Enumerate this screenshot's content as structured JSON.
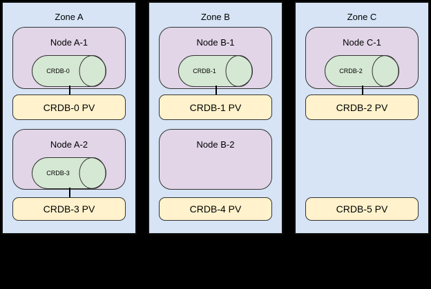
{
  "diagram": {
    "background": "#000000",
    "colors": {
      "zone_fill": "#d6e4f5",
      "node_fill": "#e1d5e7",
      "db_fill": "#d5e8d4",
      "pv_fill": "#fff2cc",
      "stroke": "#333333"
    },
    "zones": [
      {
        "label": "Zone A",
        "rows": [
          {
            "node": {
              "label": "Node A-1",
              "db": "CRDB-0",
              "connected": true
            },
            "pv": "CRDB-0 PV"
          },
          {
            "node": {
              "label": "Node A-2",
              "db": "CRDB-3",
              "connected": true
            },
            "pv": "CRDB-3 PV"
          }
        ]
      },
      {
        "label": "Zone B",
        "rows": [
          {
            "node": {
              "label": "Node B-1",
              "db": "CRDB-1",
              "connected": true
            },
            "pv": "CRDB-1 PV"
          },
          {
            "node": {
              "label": "Node B-2",
              "db": null,
              "connected": false
            },
            "pv": "CRDB-4 PV"
          }
        ]
      },
      {
        "label": "Zone C",
        "rows": [
          {
            "node": {
              "label": "Node C-1",
              "db": "CRDB-2",
              "connected": true
            },
            "pv": "CRDB-2 PV"
          },
          {
            "node": null,
            "pv": "CRDB-5 PV"
          }
        ]
      }
    ]
  }
}
